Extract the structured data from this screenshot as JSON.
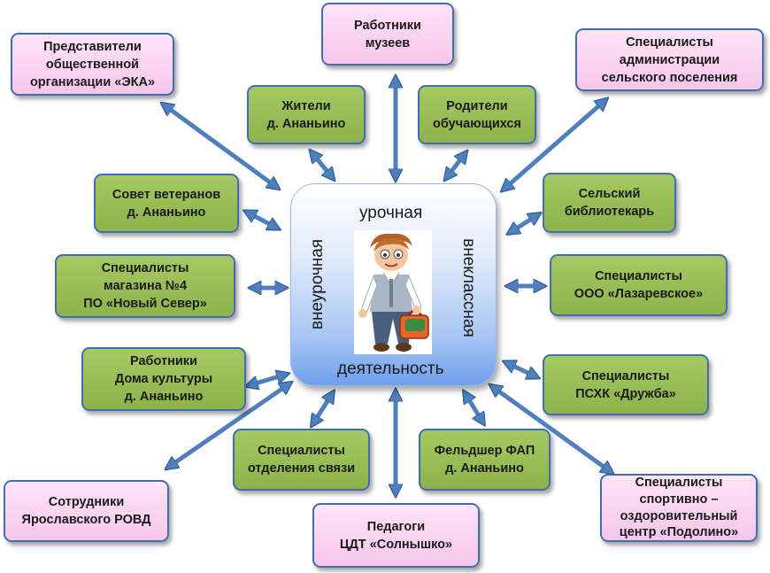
{
  "center": {
    "top": "урочная",
    "bottom": "деятельность",
    "left": "внеурочная",
    "right": "внеклассная"
  },
  "boxes": {
    "rep": "Представители\nобщественной\nорганизации «ЭКА»",
    "museum": "Работники\nмузеев",
    "admin": "Специалисты\nадминистрации\nсельского поселения",
    "residents": "Жители\nд. Ананьино",
    "parents": "Родители\nобучающихся",
    "veterans": "Совет ветеранов\nд. Ананьино",
    "library": "Сельский\nбиблиотекарь",
    "shop": "Специалисты\nмагазина №4\nПО «Новый Север»",
    "lazar": "Специалисты\nООО «Лазаревское»",
    "culture": "Работники\nДома культуры\nд. Ананьино",
    "pshk": "Специалисты\nПСХК «Дружба»",
    "post": "Специалисты\nотделения связи",
    "fap": "Фельдшер ФАП\nд. Ананьино",
    "rovd": "Сотрудники\nЯрославского РОВД",
    "cdt": "Педагоги\nЦДТ «Солнышко»",
    "sport": "Специалисты\nспортивно –\nоздоровительный\nцентр «Подолино»"
  },
  "colors": {
    "green_fill": "#97bb55",
    "pink_fill": "#fbd3f1",
    "border": "#3f6fb2",
    "arrow": "#4f80bd"
  }
}
